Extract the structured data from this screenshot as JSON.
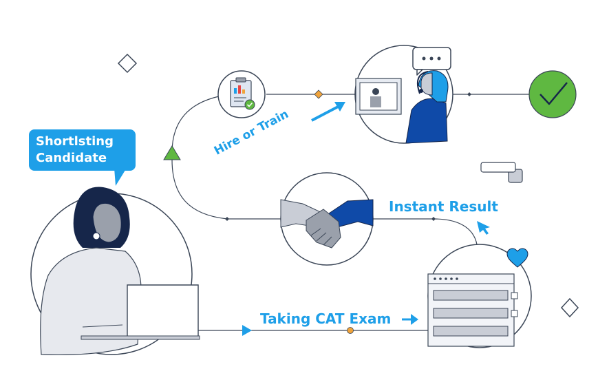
{
  "labels": {
    "shortlisting": [
      "Shortlsting",
      "Candidate"
    ],
    "hire_or_train": "Hire or Train",
    "instant_result": "Instant Result",
    "taking_exam": "Taking CAT Exam"
  },
  "colors": {
    "accent_blue": "#1e9fe8",
    "navy": "#16264a",
    "dark_blue": "#0f4aa8",
    "light_gray": "#c9cdd6",
    "mid_gray": "#9aa0ab",
    "orange": "#f0a33a",
    "success_green": "#5fb841",
    "line_gray": "#3a4556"
  },
  "icons": [
    "person-laptop-icon",
    "clipboard-chart-icon",
    "support-agent-icon",
    "handshake-icon",
    "exam-form-icon",
    "checkmark-icon",
    "heart-icon",
    "cursor-icon",
    "chat-bubble-icon",
    "diamond-icon"
  ]
}
